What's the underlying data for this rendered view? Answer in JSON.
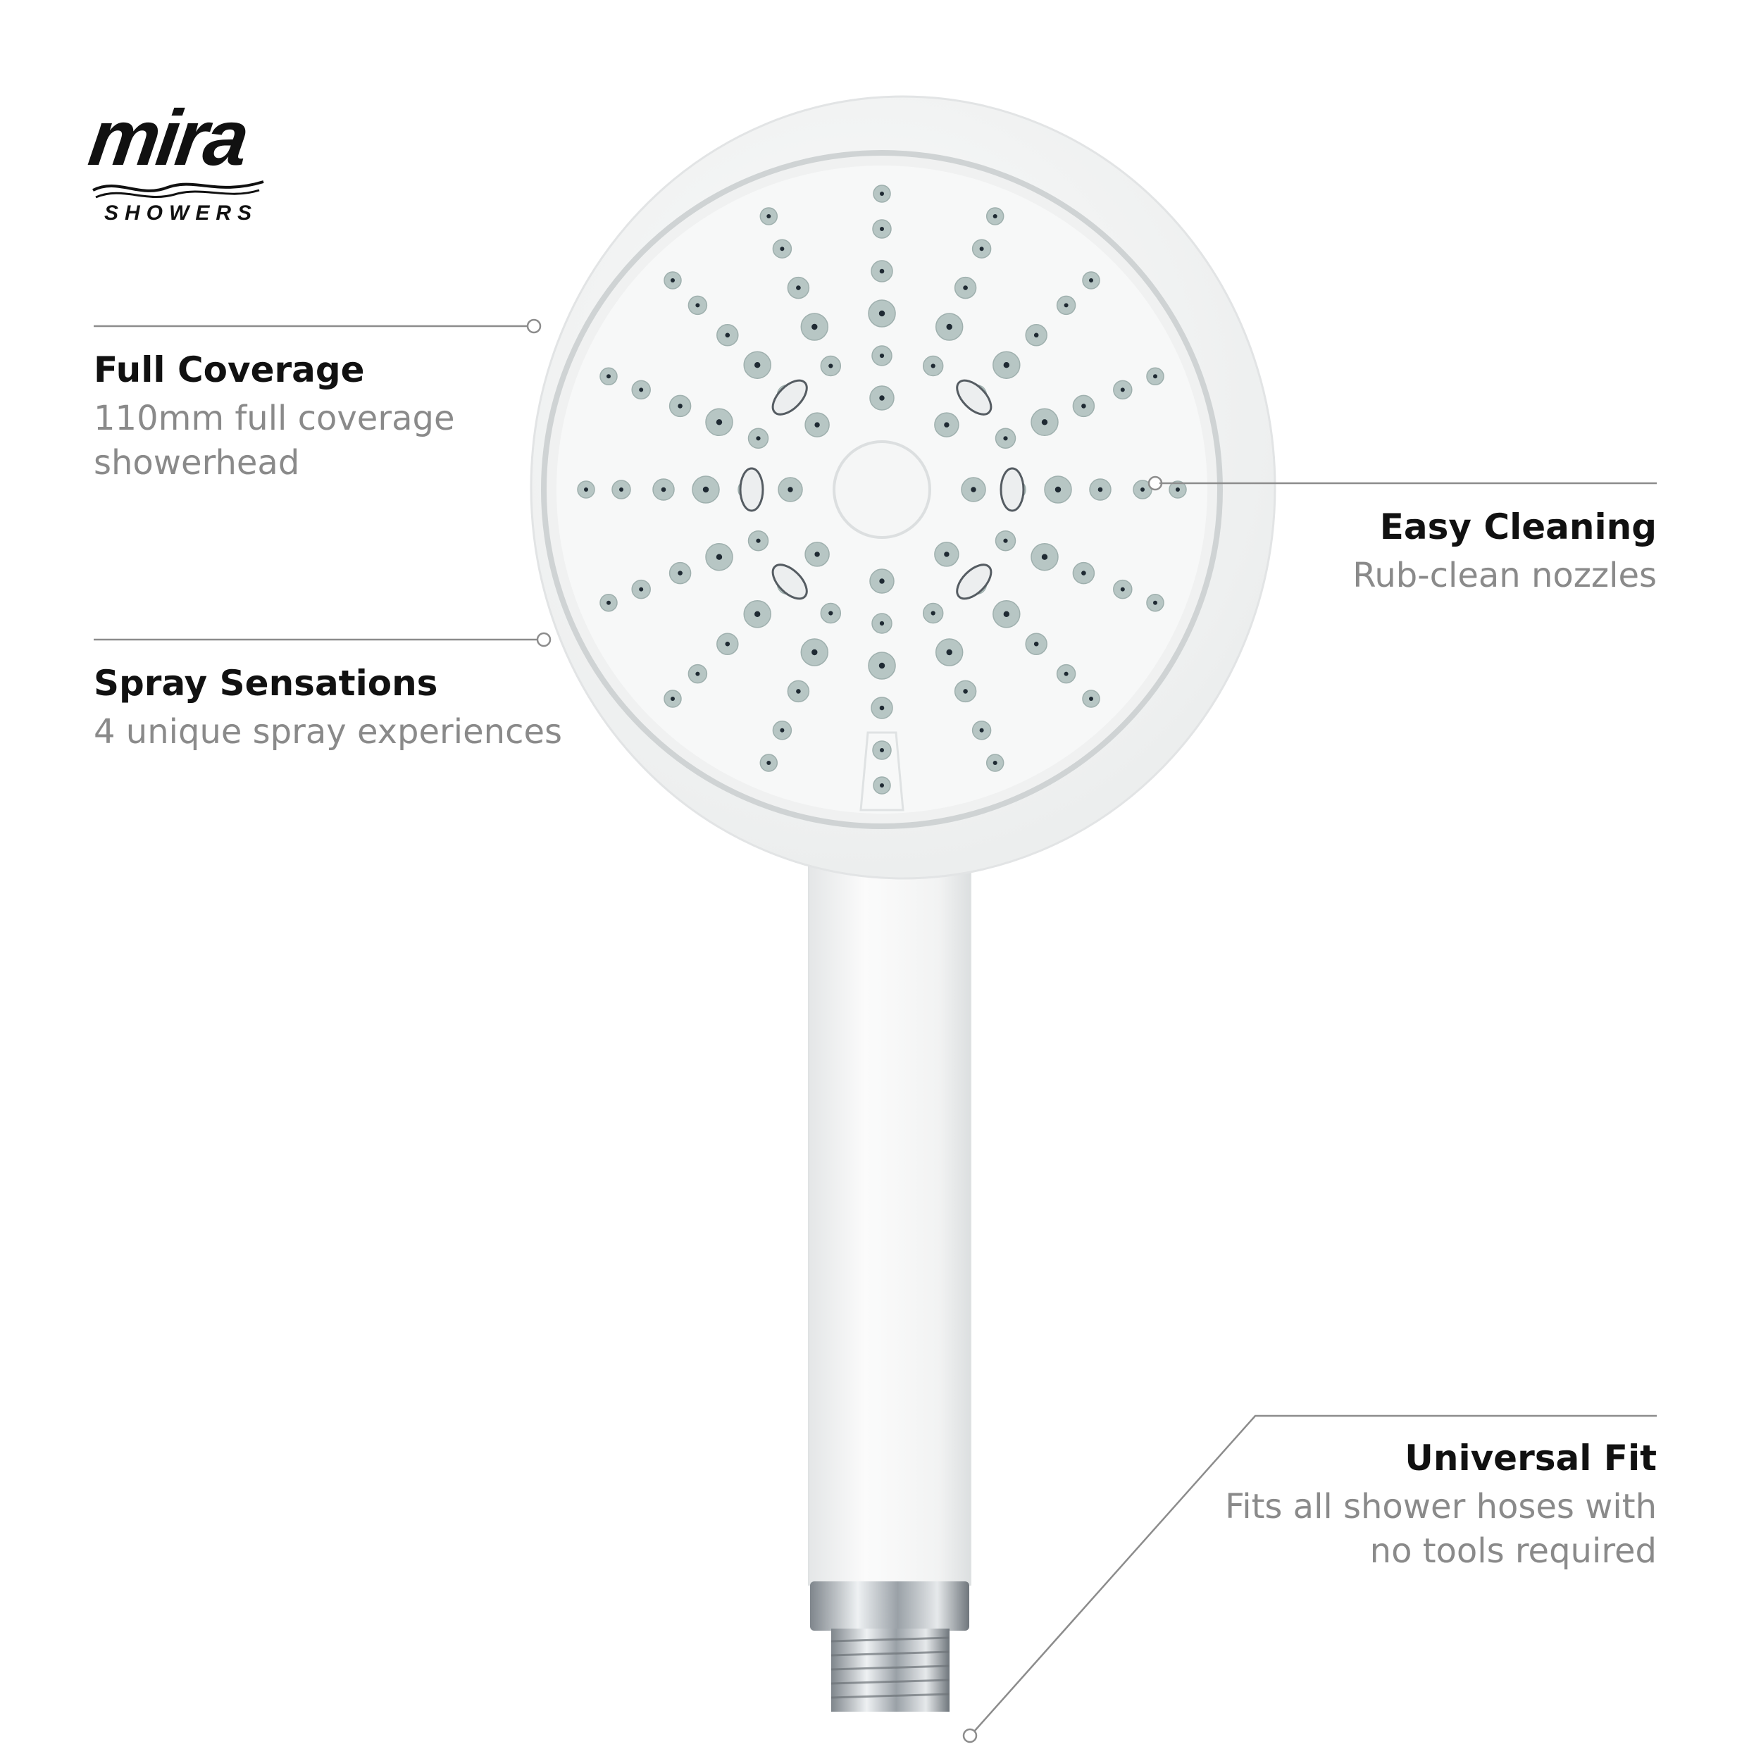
{
  "brand": {
    "name": "mira",
    "tagline": "SHOWERS"
  },
  "features": [
    {
      "title": "Full Coverage",
      "description": "110mm full coverage showerhead"
    },
    {
      "title": "Spray Sensations",
      "description": "4 unique spray experiences"
    },
    {
      "title": "Easy Cleaning",
      "description": "Rub-clean nozzles"
    },
    {
      "title": "Universal Fit",
      "description": "Fits all shower hoses with\nno tools required"
    }
  ],
  "colors": {
    "background": "#ffffff",
    "heading": "#111111",
    "subtext": "#8a8a8a",
    "callout_line": "#8c8c8c",
    "product_body": "#f4f5f5",
    "nozzle": "#b7c6c4",
    "chrome": "#c7ccd0"
  }
}
